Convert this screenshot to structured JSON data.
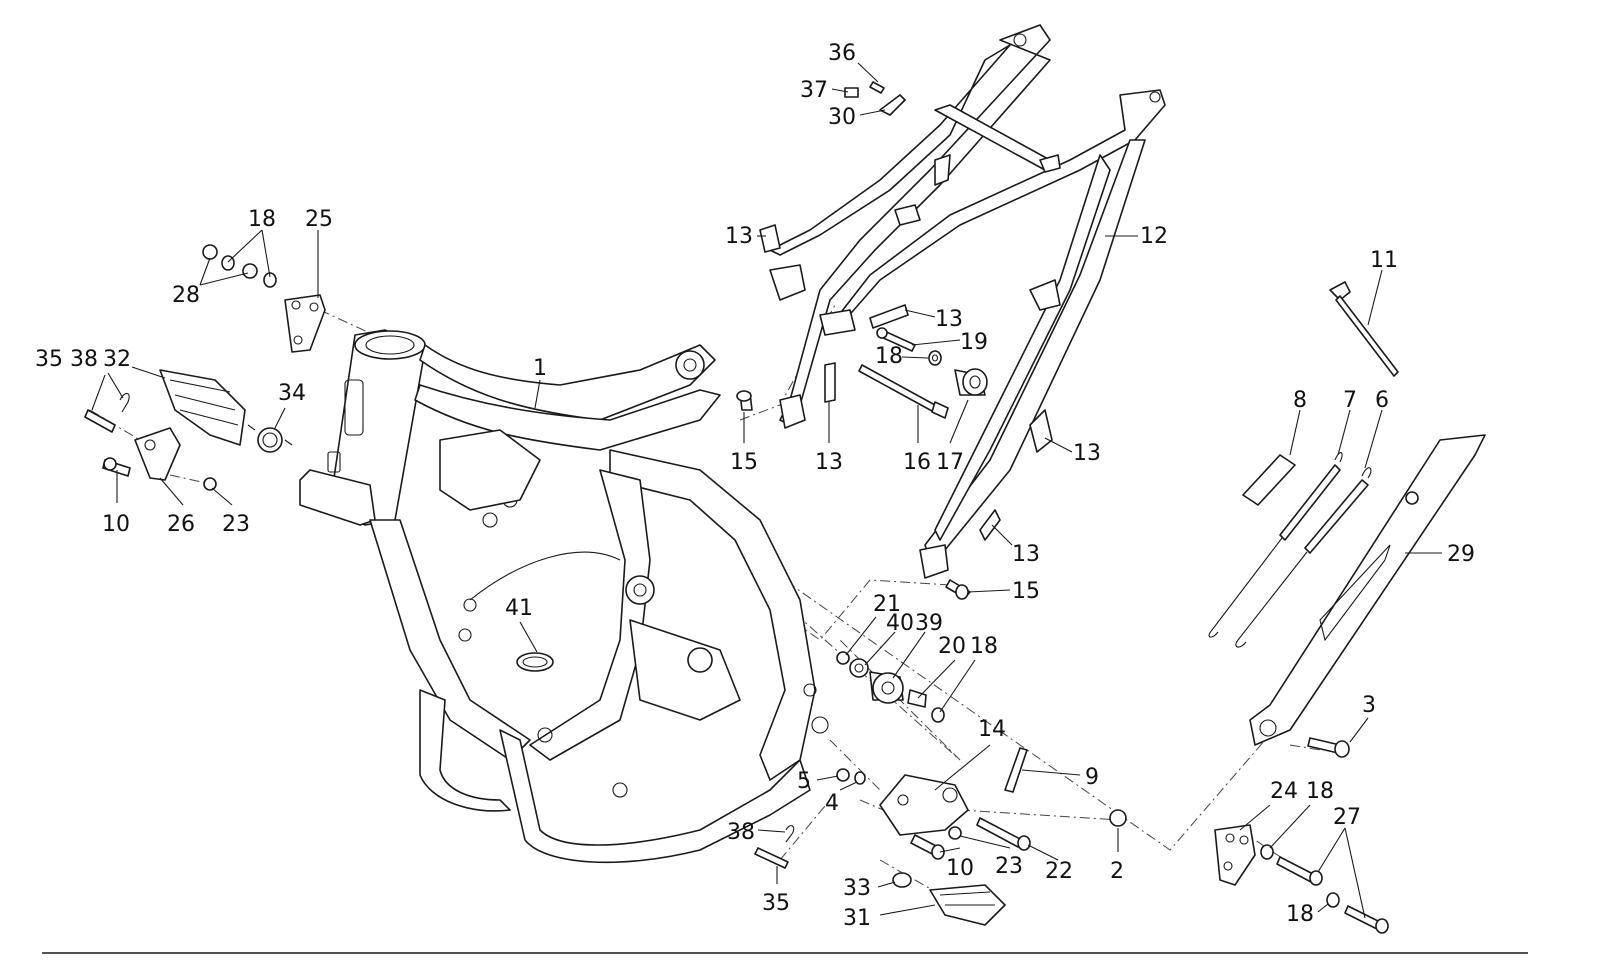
{
  "diagram": {
    "callouts": [
      "1",
      "2",
      "3",
      "4",
      "5",
      "6",
      "7",
      "8",
      "9",
      "10",
      "11",
      "12",
      "13",
      "14",
      "15",
      "16",
      "17",
      "18",
      "19",
      "20",
      "21",
      "22",
      "23",
      "24",
      "25",
      "26",
      "27",
      "28",
      "29",
      "30",
      "31",
      "32",
      "33",
      "34",
      "35",
      "36",
      "37",
      "38",
      "39",
      "40",
      "41"
    ],
    "labels": [
      {
        "id": "l36",
        "text": "36"
      },
      {
        "id": "l37",
        "text": "37"
      },
      {
        "id": "l30",
        "text": "30"
      },
      {
        "id": "l13a",
        "text": "13"
      },
      {
        "id": "l12",
        "text": "12"
      },
      {
        "id": "l18a",
        "text": "18"
      },
      {
        "id": "l25",
        "text": "25"
      },
      {
        "id": "l28",
        "text": "28"
      },
      {
        "id": "l11",
        "text": "11"
      },
      {
        "id": "l13b",
        "text": "13"
      },
      {
        "id": "l19",
        "text": "19"
      },
      {
        "id": "l18b",
        "text": "18"
      },
      {
        "id": "l35a",
        "text": "35"
      },
      {
        "id": "l38a",
        "text": "38"
      },
      {
        "id": "l32",
        "text": "32"
      },
      {
        "id": "l1",
        "text": "1"
      },
      {
        "id": "l34",
        "text": "34"
      },
      {
        "id": "l8",
        "text": "8"
      },
      {
        "id": "l7",
        "text": "7"
      },
      {
        "id": "l6",
        "text": "6"
      },
      {
        "id": "l15a",
        "text": "15"
      },
      {
        "id": "l13c",
        "text": "13"
      },
      {
        "id": "l16",
        "text": "16"
      },
      {
        "id": "l17",
        "text": "17"
      },
      {
        "id": "l13d",
        "text": "13"
      },
      {
        "id": "l10a",
        "text": "10"
      },
      {
        "id": "l26",
        "text": "26"
      },
      {
        "id": "l23a",
        "text": "23"
      },
      {
        "id": "l13e",
        "text": "13"
      },
      {
        "id": "l29",
        "text": "29"
      },
      {
        "id": "l15b",
        "text": "15"
      },
      {
        "id": "l41",
        "text": "41"
      },
      {
        "id": "l21",
        "text": "21"
      },
      {
        "id": "l40",
        "text": "40"
      },
      {
        "id": "l39",
        "text": "39"
      },
      {
        "id": "l20",
        "text": "20"
      },
      {
        "id": "l18c",
        "text": "18"
      },
      {
        "id": "l3",
        "text": "3"
      },
      {
        "id": "l14",
        "text": "14"
      },
      {
        "id": "l9",
        "text": "9"
      },
      {
        "id": "l5",
        "text": "5"
      },
      {
        "id": "l4",
        "text": "4"
      },
      {
        "id": "l24",
        "text": "24"
      },
      {
        "id": "l18d",
        "text": "18"
      },
      {
        "id": "l27",
        "text": "27"
      },
      {
        "id": "l38b",
        "text": "38"
      },
      {
        "id": "l10b",
        "text": "10"
      },
      {
        "id": "l23b",
        "text": "23"
      },
      {
        "id": "l22",
        "text": "22"
      },
      {
        "id": "l2",
        "text": "2"
      },
      {
        "id": "l33",
        "text": "33"
      },
      {
        "id": "l35b",
        "text": "35"
      },
      {
        "id": "l31",
        "text": "31"
      },
      {
        "id": "l18e",
        "text": "18"
      }
    ]
  }
}
